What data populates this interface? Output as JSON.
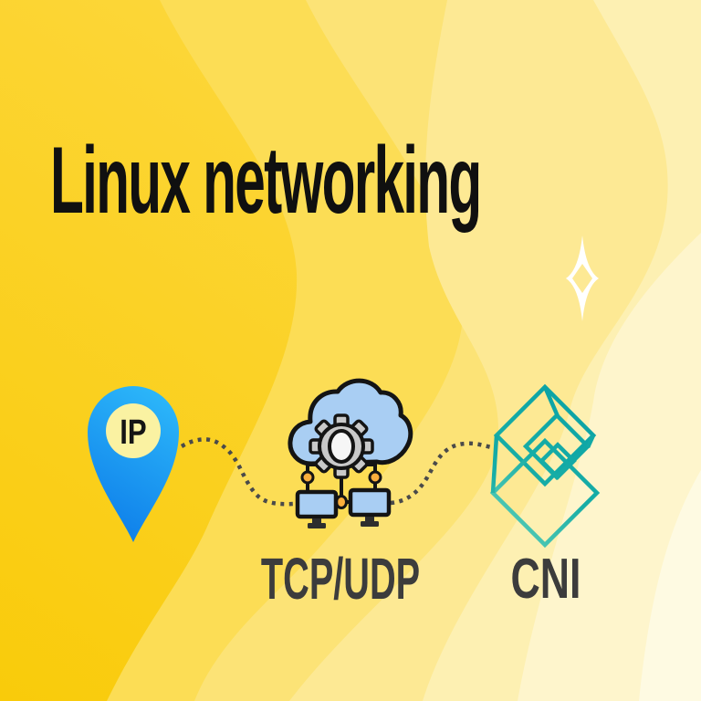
{
  "title": "Linux networking",
  "flow": {
    "nodes": [
      {
        "id": "ip",
        "label": "IP",
        "icon": "map-pin-icon"
      },
      {
        "id": "tcp-udp",
        "label": "TCP/UDP",
        "icon": "cloud-gear-network-icon"
      },
      {
        "id": "cni",
        "label": "CNI",
        "icon": "cni-logo-icon"
      }
    ],
    "connectors": [
      "dotted-connector-left",
      "dotted-connector-right"
    ]
  },
  "decorations": [
    "wavy-yellow-bands-background",
    "sparkle-icon"
  ],
  "colors": {
    "background_yellow_dark": "#F9CB0A",
    "background_yellow": "#FDD944",
    "band_shades": [
      "#FCDD55",
      "#FCE376",
      "#FDE994",
      "#FDF0B2",
      "#FEF5CC",
      "#FEFAE2"
    ],
    "pin_blue_light": "#2FBCFB",
    "pin_blue_dark": "#0B79E8",
    "pin_inner_yellow": "#FAF2A2",
    "cloud_blue": "#A9CEF3",
    "gear_grey": "#C9C9C9",
    "node_orange": "#FBAE3C",
    "cni_teal_dark": "#0AA2A6",
    "cni_teal_light": "#55CBB5",
    "connector_grey": "#4A4A4A",
    "label_grey": "#3C3C3C",
    "title_black": "#101010",
    "sparkle_white": "#FFFFFF"
  }
}
